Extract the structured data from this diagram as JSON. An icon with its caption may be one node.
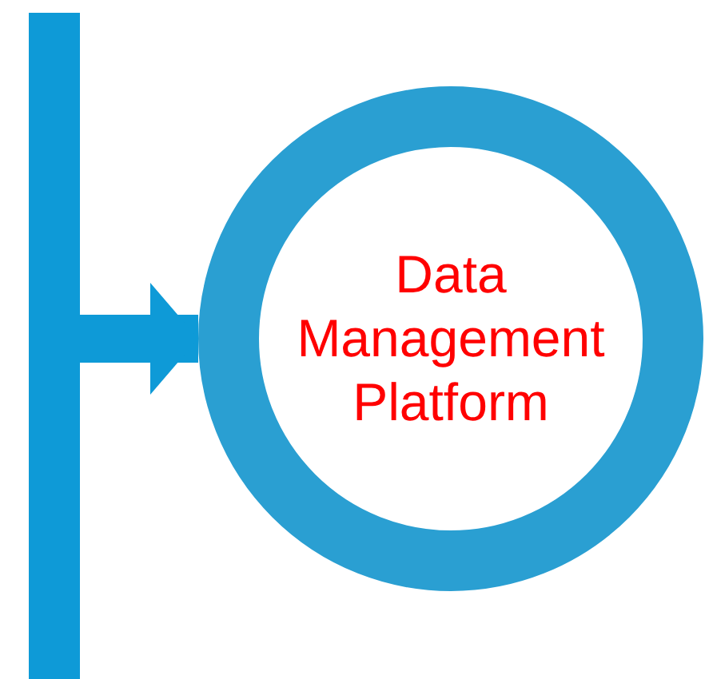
{
  "diagram": {
    "nodes": [
      {
        "text": [],
        "shape": "bar"
      },
      {
        "text": [
          "Data Management Platform"
        ]
      }
    ],
    "edges": [
      {
        "from": 0,
        "to": 1,
        "arrow": "to"
      }
    ]
  }
}
